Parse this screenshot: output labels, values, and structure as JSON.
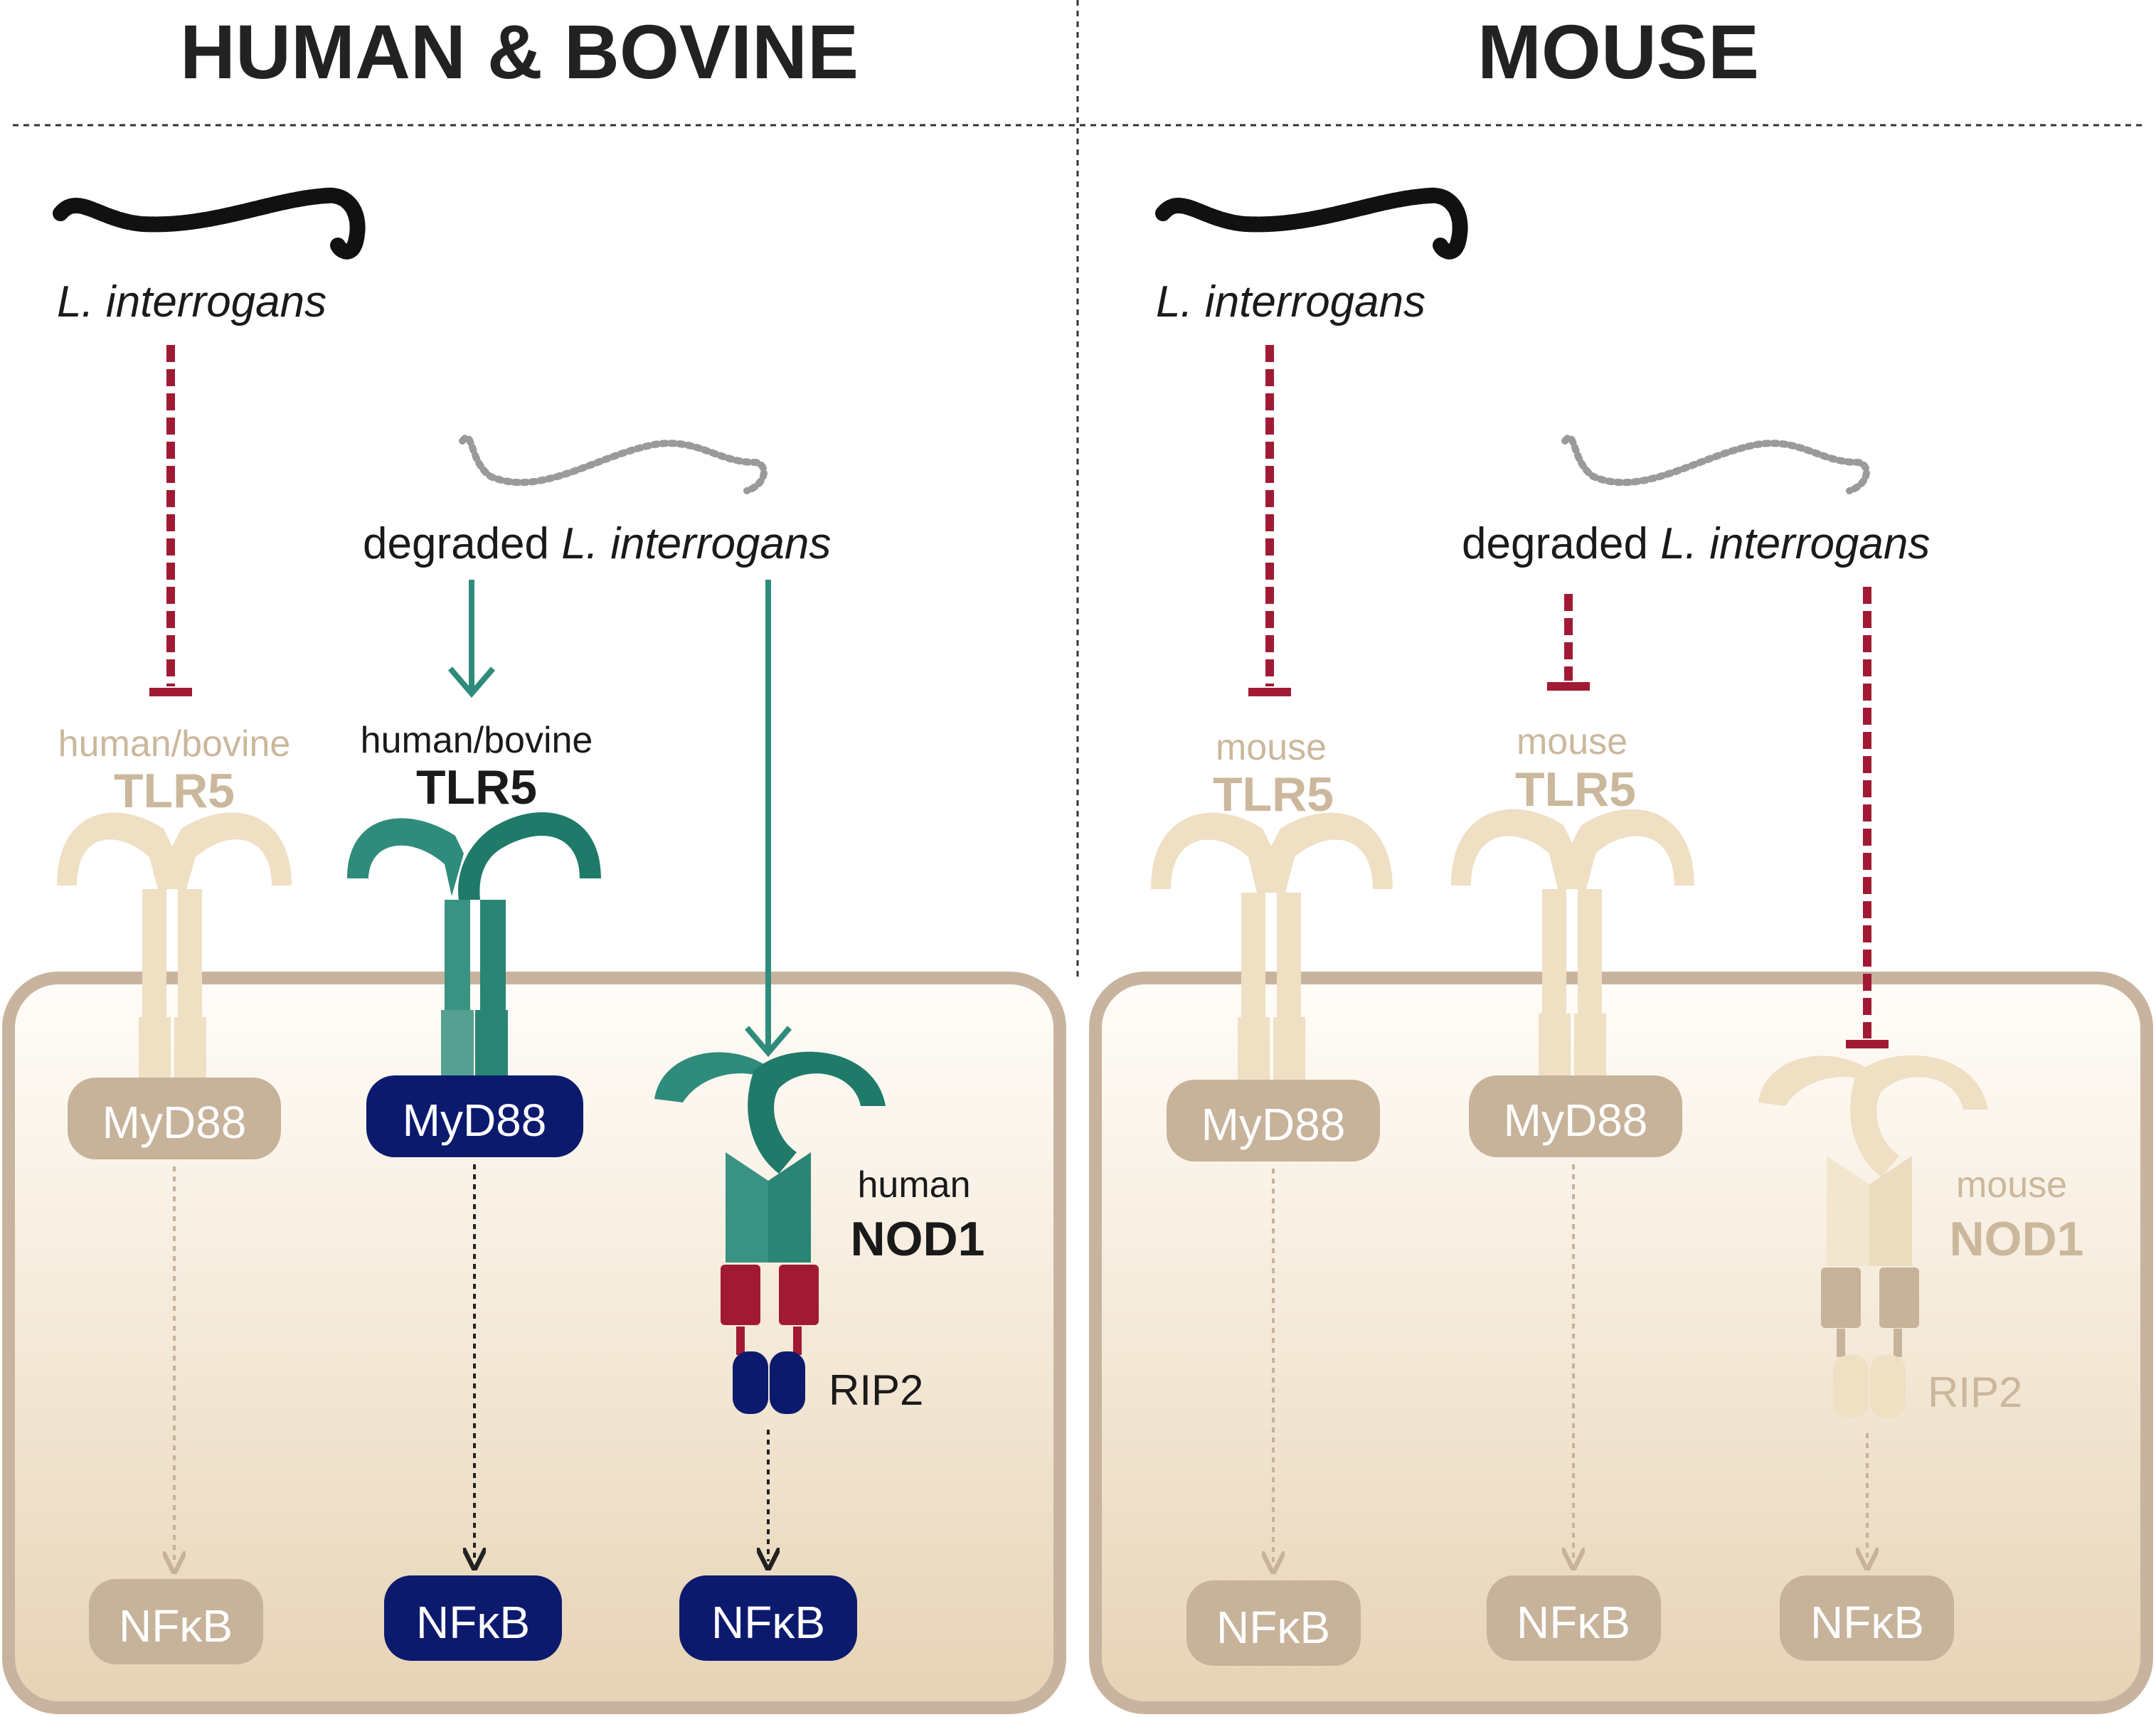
{
  "headers": {
    "left": "HUMAN & BOVINE",
    "right": "MOUSE"
  },
  "left_panel": {
    "organism_label": "L. interrogans",
    "degraded_prefix": "degraded",
    "degraded_name": "L. interrogans",
    "tlr5_inactive": {
      "species": "human/bovine",
      "name": "TLR5"
    },
    "tlr5_active": {
      "species": "human/bovine",
      "name": "TLR5"
    },
    "nod1": {
      "species": "human",
      "name": "NOD1"
    },
    "rip2": "RIP2",
    "myd88": "MyD88",
    "nfkb": "NFκB"
  },
  "right_panel": {
    "organism_label": "L. interrogans",
    "degraded_prefix": "degraded",
    "degraded_name": "L. interrogans",
    "tlr5_a": {
      "species": "mouse",
      "name": "TLR5"
    },
    "tlr5_b": {
      "species": "mouse",
      "name": "TLR5"
    },
    "nod1": {
      "species": "mouse",
      "name": "NOD1"
    },
    "rip2": "RIP2",
    "myd88": "MyD88",
    "nfkb": "NFκB"
  },
  "colors": {
    "teal": "#2f8c7c",
    "teal_dark": "#1f7a6a",
    "navy": "#0c1a6e",
    "crimson": "#a11a34",
    "beige": "#efdfc3",
    "beige_dark": "#c7b29a",
    "muted_text": "#cbb89c"
  }
}
